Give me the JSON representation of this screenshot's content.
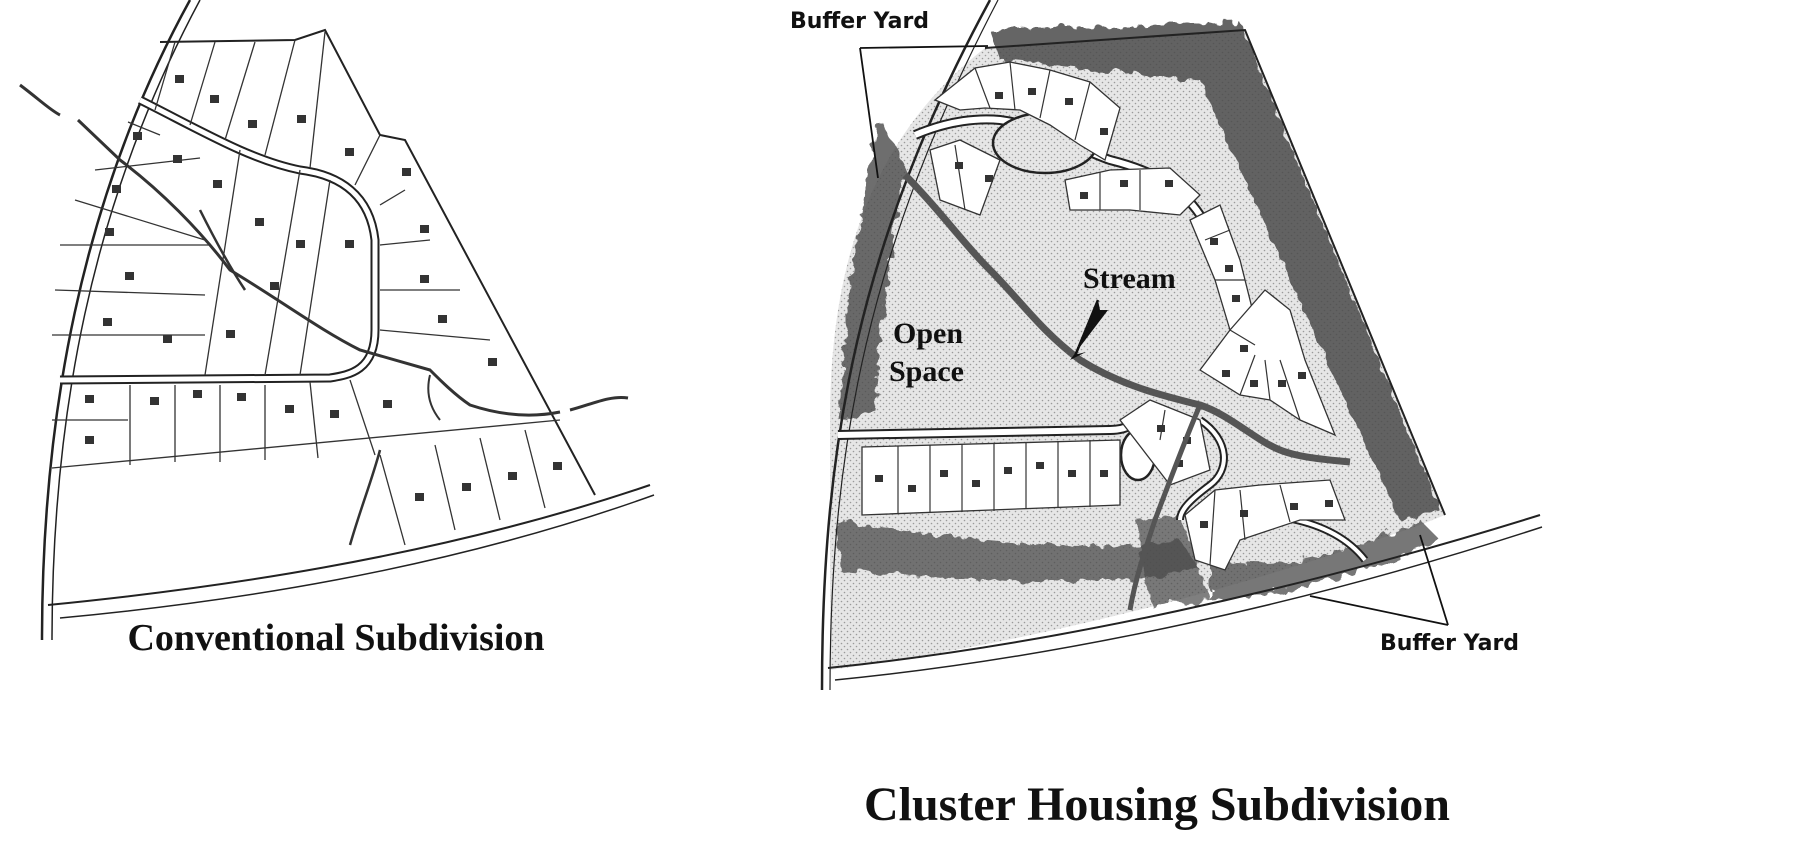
{
  "colors": {
    "ink": "#222222",
    "open_space": "#dcdcdc",
    "trees": "#4a4a4a",
    "paper": "#ffffff",
    "faint": "#eeeeee"
  },
  "panels": [
    {
      "caption": "Conventional Subdivision"
    },
    {
      "caption": "Cluster Housing Subdivision",
      "labels": {
        "buffer_top": "Buffer Yard",
        "buffer_bottom": "Buffer Yard",
        "stream": "Stream",
        "open_line1": "Open",
        "open_line2": "Space"
      }
    }
  ]
}
